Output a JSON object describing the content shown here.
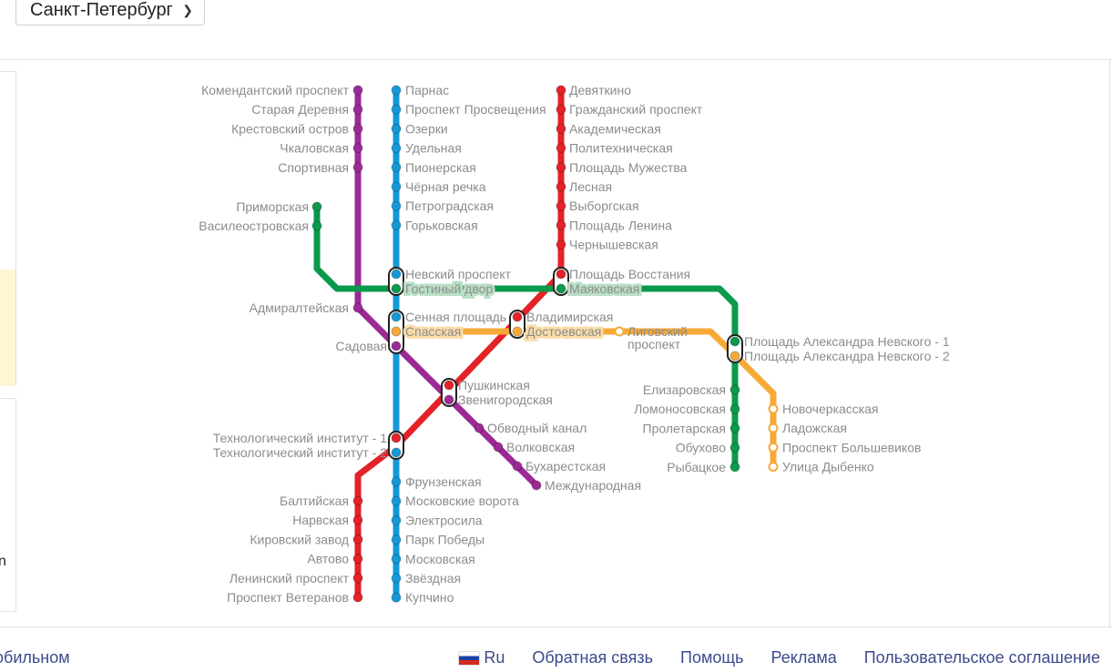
{
  "header": {
    "city": "Санкт-Петербург"
  },
  "left_panel": {
    "cut_text": "n"
  },
  "colors": {
    "red": "#e42227",
    "blue": "#1599d6",
    "green": "#0b9a4b",
    "orange": "#f7a937",
    "purple": "#9c2a96"
  },
  "map": {
    "red_north": [
      "Девяткино",
      "Гражданский проспект",
      "Академическая",
      "Политехническая",
      "Площадь Мужества",
      "Лесная",
      "Выборгская",
      "Площадь Ленина",
      "Чернышевская"
    ],
    "red_south": [
      "Балтийская",
      "Нарвская",
      "Кировский завод",
      "Автово",
      "Ленинский проспект",
      "Проспект Ветеранов"
    ],
    "purple_north": [
      "Комендантский проспект",
      "Старая Деревня",
      "Крестовский остров",
      "Чкаловская",
      "Спортивная"
    ],
    "purple_admiralteyskaya": "Адмиралтейская",
    "purple_south": [
      "Обводный канал",
      "Волковская",
      "Бухарестская",
      "Международная"
    ],
    "blue_north": [
      "Парнас",
      "Проспект Просвещения",
      "Озерки",
      "Удельная",
      "Пионерская",
      "Чёрная речка",
      "Петроградская",
      "Горьковская"
    ],
    "blue_south": [
      "Фрунзенская",
      "Московские ворота",
      "Электросила",
      "Парк Победы",
      "Московская",
      "Звёздная",
      "Купчино"
    ],
    "green_west": [
      "Приморская",
      "Василеостровская"
    ],
    "green_south": [
      "Елизаровская",
      "Ломоносовская",
      "Пролетарская",
      "Обухово",
      "Рыбацкое"
    ],
    "orange_south": [
      "Новочеркасская",
      "Ладожская",
      "Проспект Большевиков",
      "Улица Дыбенко"
    ],
    "ligovsky_1": "Лиговский",
    "ligovsky_2": "проспект",
    "transfers": {
      "nevsky": "Невский проспект",
      "gostiny": "Гостиный двор",
      "vosstaniya": "Площадь Восстания",
      "mayakovskaya": "Маяковская",
      "sennaya": "Сенная площадь",
      "spasskaya": "Спасская",
      "sadovaya": "Садовая",
      "vladimirskaya": "Владимирская",
      "dostoevskaya": "Достоевская",
      "pushkinskaya": "Пушкинская",
      "zvenigorodskaya": "Звенигородская",
      "techno_1": "Технологический институт - 1",
      "techno_2": "Технологический институт - 2",
      "nevsky_1": "Площадь Александра Невского - 1",
      "nevsky_2": "Площадь Александра Невского - 2"
    }
  },
  "footer": {
    "left_cut": "обильном",
    "lang": "Ru",
    "links": [
      "Обратная связь",
      "Помощь",
      "Реклама",
      "Пользовательское соглашение"
    ]
  }
}
